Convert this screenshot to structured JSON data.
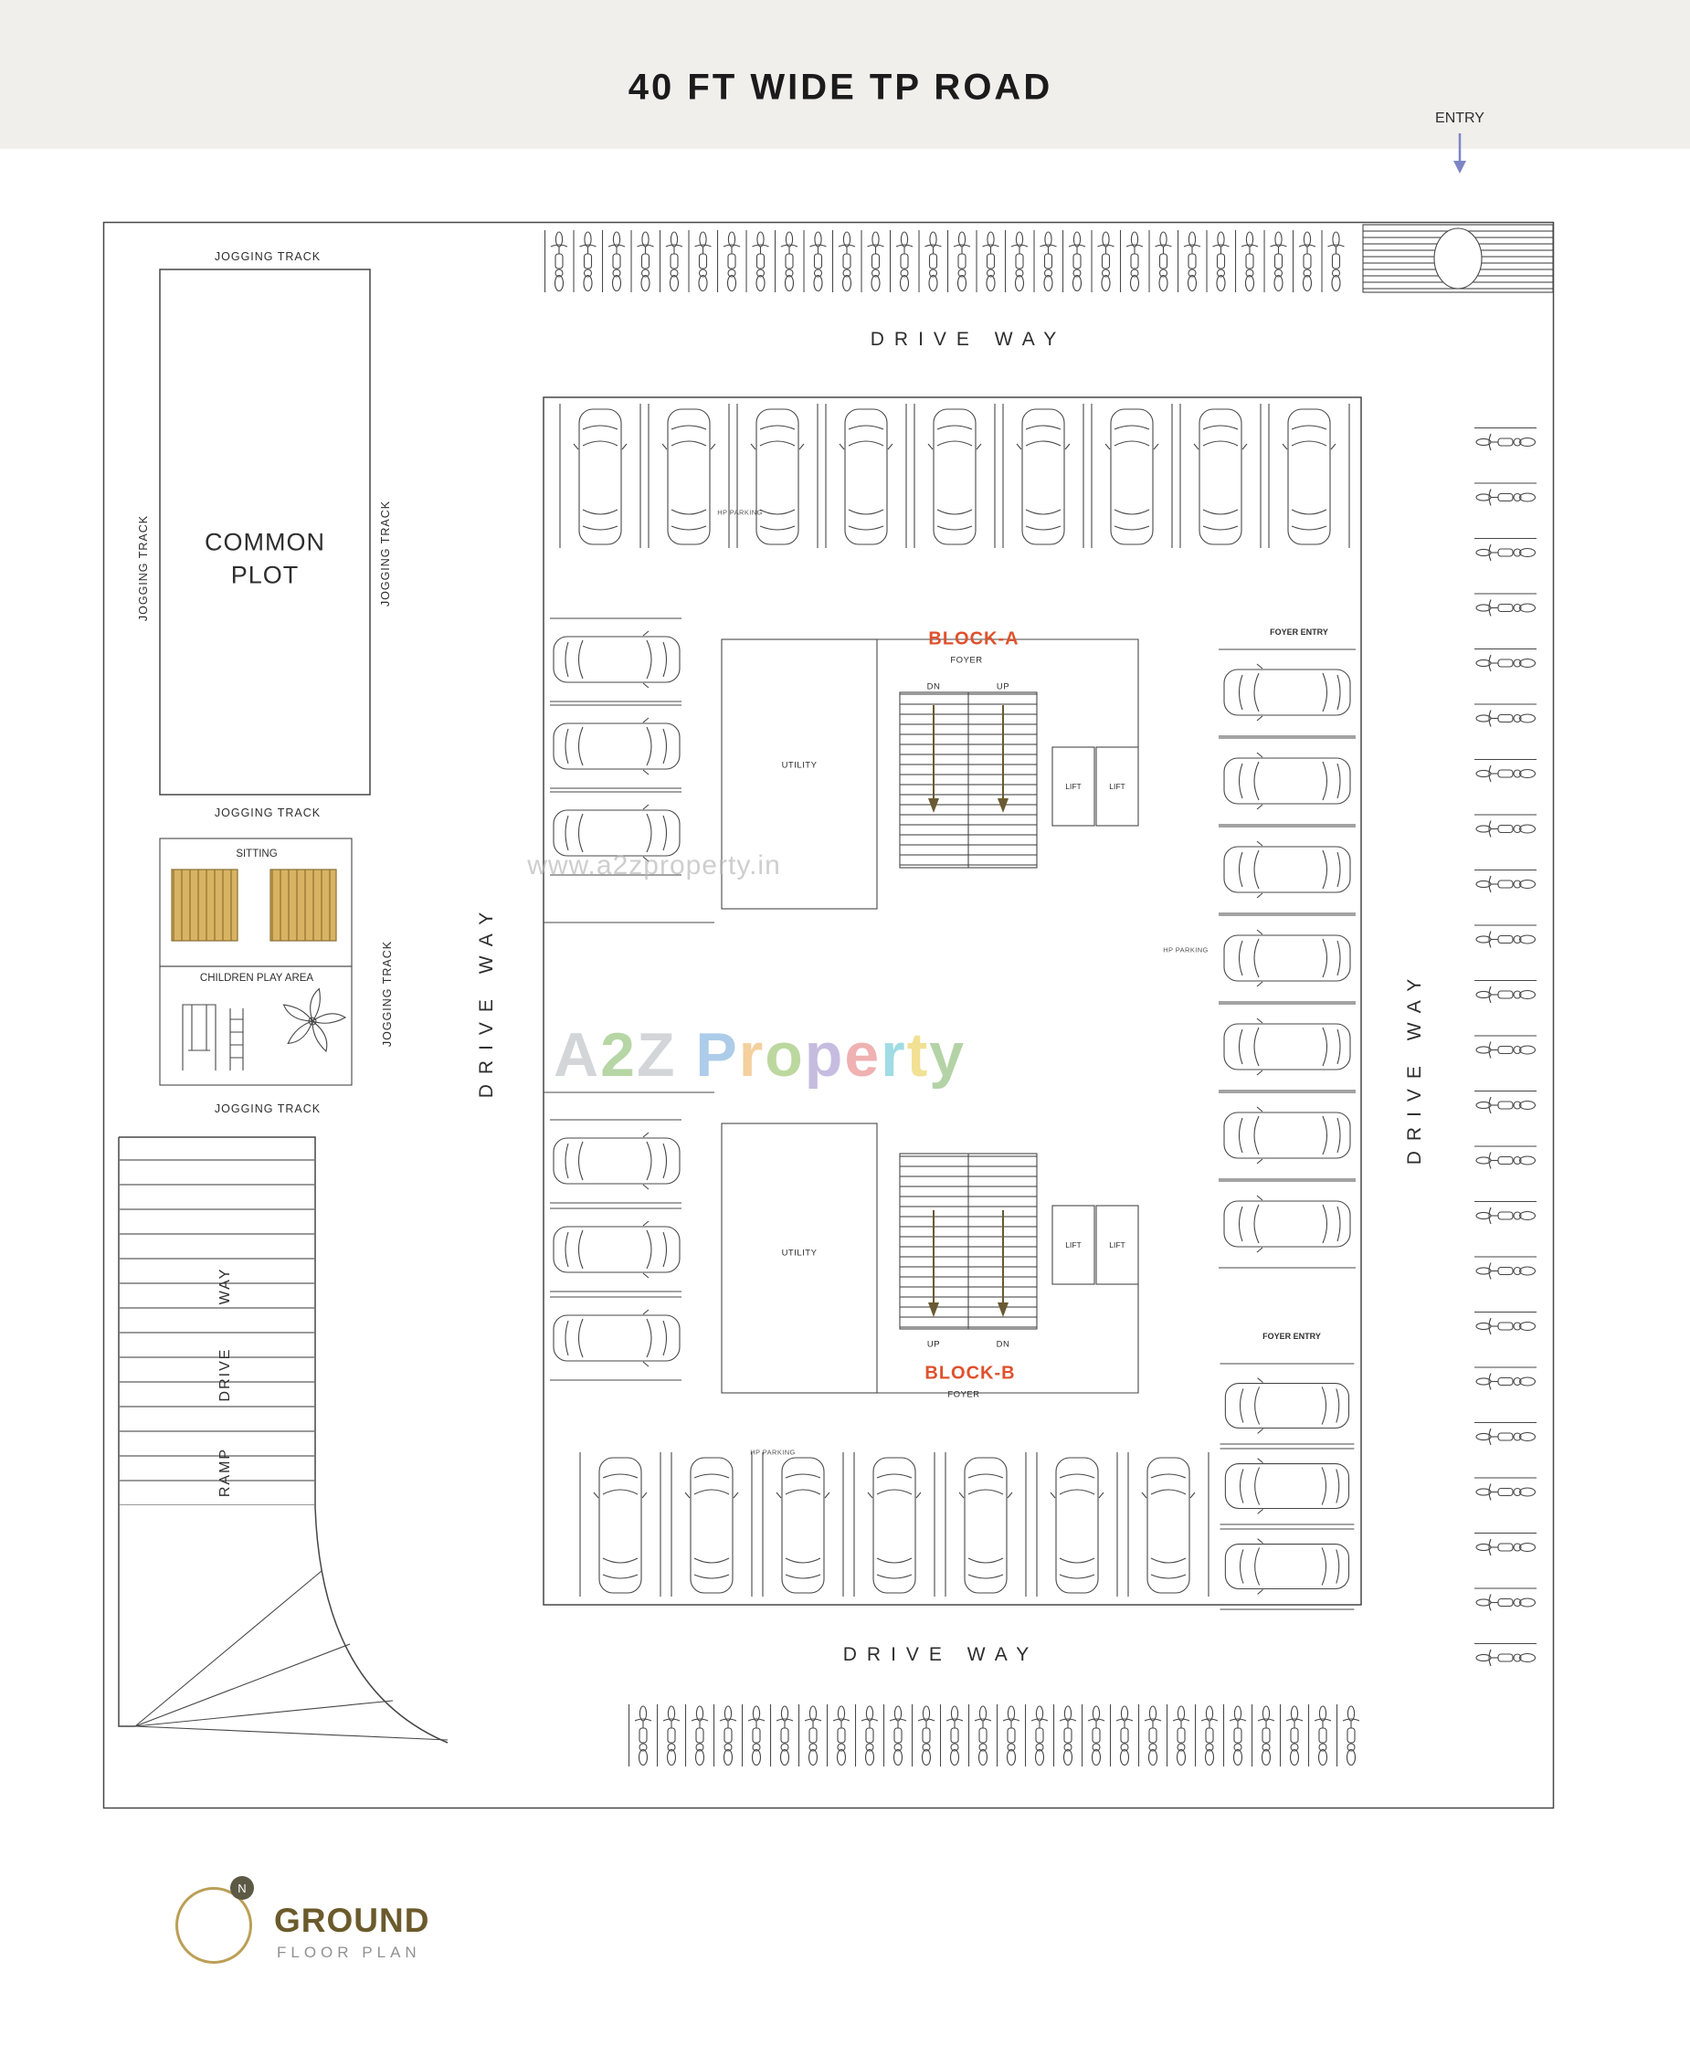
{
  "page": {
    "title": "40 FT WIDE  TP ROAD"
  },
  "entry": {
    "label": "ENTRY",
    "arrow_color": "#7e85c6"
  },
  "driveway": {
    "label": "DRIVE WAY"
  },
  "amenities": {
    "jogging_track": "JOGGING TRACK",
    "common_plot": "COMMON PLOT",
    "sitting": "SITTING",
    "children_play_area": "CHILDREN PLAY AREA"
  },
  "ramp": {
    "word1": "RAMP",
    "word2": "DRIVE",
    "word3": "WAY"
  },
  "structure": {
    "block_a": "BLOCK-A",
    "block_b": "BLOCK-B",
    "foyer": "FOYER",
    "foyer_entry": "FOYER ENTRY",
    "utility": "UTILITY",
    "lift": "LIFT",
    "up": "UP",
    "dn": "DN",
    "hp_parking": "HP PARKING",
    "block_label_color": "#e0512c"
  },
  "parking": {
    "top_bikes": 28,
    "bottom_bikes": 26,
    "right_bikes": 23,
    "top_cars": 9,
    "bottom_cars": 7,
    "block_a_left_cars": 3,
    "block_b_left_cars": 3,
    "right_cars_upper": 7,
    "right_cars_lower": 3
  },
  "watermark": {
    "url": "www.a2zproperty.in",
    "brand": [
      {
        "ch": "A",
        "color": "#a9adb2"
      },
      {
        "ch": "2",
        "color": "#6fae4e"
      },
      {
        "ch": "Z",
        "color": "#a9adb2"
      },
      {
        "ch": " ",
        "color": "#ffffff"
      },
      {
        "ch": "P",
        "color": "#5b9bd5"
      },
      {
        "ch": "r",
        "color": "#e8a33d"
      },
      {
        "ch": "o",
        "color": "#7cb342"
      },
      {
        "ch": "p",
        "color": "#8e7cc3"
      },
      {
        "ch": "e",
        "color": "#e06666"
      },
      {
        "ch": "r",
        "color": "#45b8c8"
      },
      {
        "ch": "t",
        "color": "#e6c229"
      },
      {
        "ch": "y",
        "color": "#6aa84f"
      }
    ]
  },
  "footer": {
    "north": "N",
    "title": "GROUND",
    "subtitle": "FLOOR PLAN",
    "accent_color": "#bb9f55"
  }
}
